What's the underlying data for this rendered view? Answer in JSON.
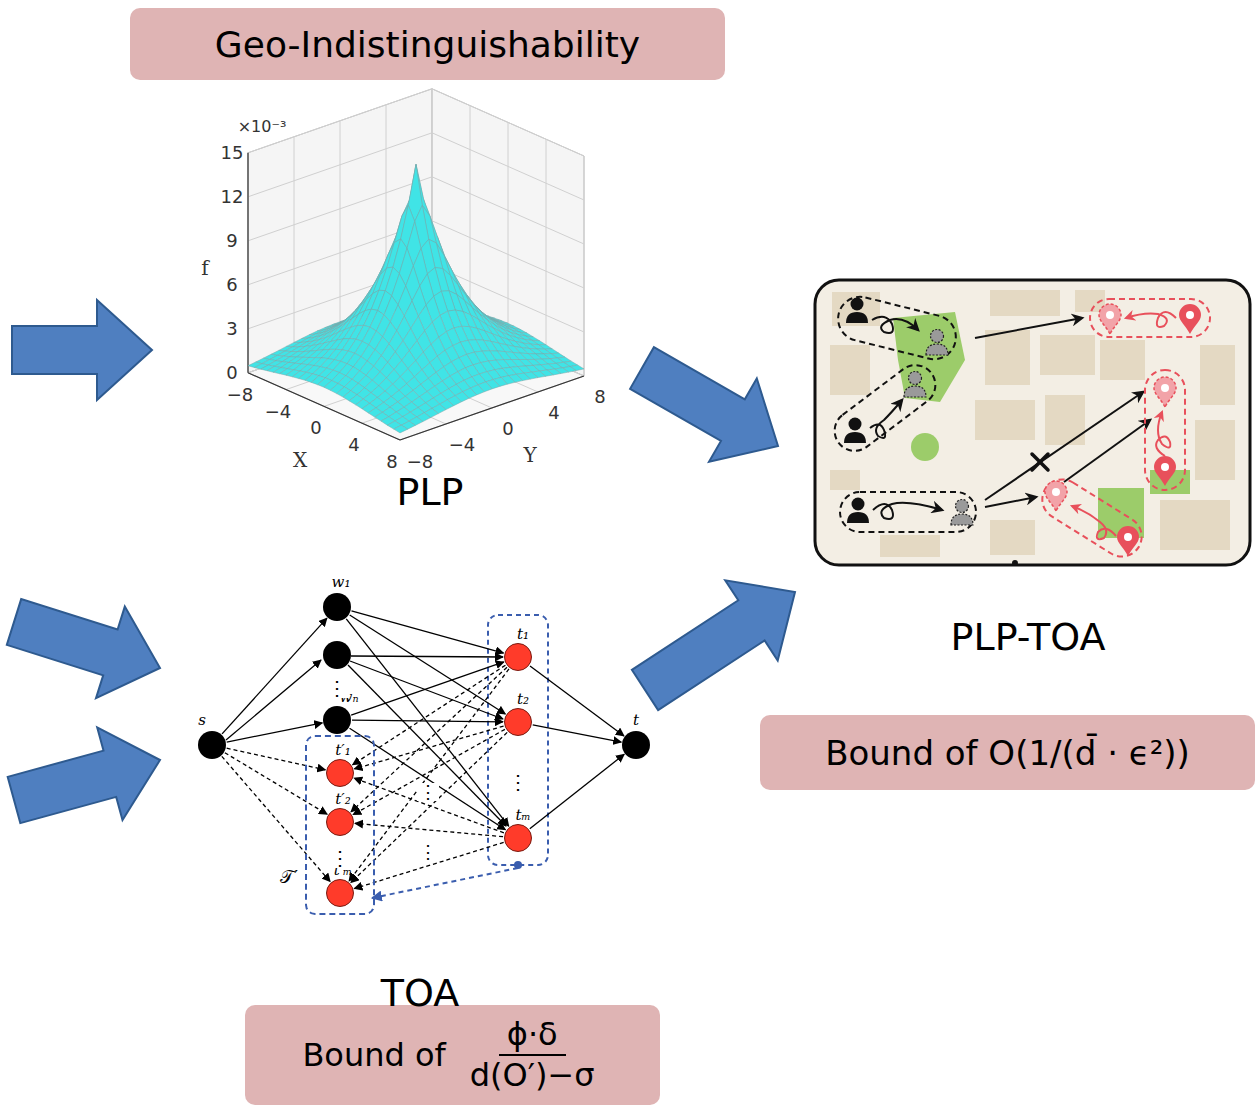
{
  "diagram": {
    "nodes": [
      {
        "text": [
          "Geo-Indistinguishability"
        ]
      },
      {
        "text": [
          "Bound of O(1/(d̄ · ϵ²))"
        ]
      },
      {
        "text": [
          "Bound of",
          "ϕ·δ",
          "d(O′)−σ"
        ]
      },
      {
        "text": [
          "s"
        ]
      },
      {
        "text": [
          "w₁"
        ]
      },
      {
        "text": [
          "wₙ"
        ]
      },
      {
        "text": [
          "𝒯′"
        ]
      },
      {
        "text": [
          "t′₁"
        ],
        "in": 6
      },
      {
        "text": [
          "t′₂"
        ],
        "in": 6
      },
      {
        "text": [
          "t′ₘ"
        ],
        "in": 6
      },
      {
        "text": [
          "t₁"
        ]
      },
      {
        "text": [
          "t₂"
        ]
      },
      {
        "text": [
          "tₘ"
        ]
      },
      {
        "text": [
          "t"
        ]
      }
    ],
    "edges": [
      {
        "from": 3,
        "to": 4,
        "arrow": "to"
      },
      {
        "from": 3,
        "to": 5,
        "arrow": "to"
      },
      {
        "from": 3,
        "to": 7,
        "arrow": "to"
      },
      {
        "from": 3,
        "to": 8,
        "arrow": "to"
      },
      {
        "from": 3,
        "to": 9,
        "arrow": "to"
      },
      {
        "from": 4,
        "to": 10,
        "arrow": "to"
      },
      {
        "from": 4,
        "to": 11,
        "arrow": "to"
      },
      {
        "from": 4,
        "to": 12,
        "arrow": "to"
      },
      {
        "from": 5,
        "to": 10,
        "arrow": "to"
      },
      {
        "from": 5,
        "to": 11,
        "arrow": "to"
      },
      {
        "from": 5,
        "to": 12,
        "arrow": "to"
      },
      {
        "from": 10,
        "to": 7,
        "arrow": "to"
      },
      {
        "from": 10,
        "to": 8,
        "arrow": "to"
      },
      {
        "from": 10,
        "to": 9,
        "arrow": "to"
      },
      {
        "from": 11,
        "to": 7,
        "arrow": "to"
      },
      {
        "from": 11,
        "to": 8,
        "arrow": "to"
      },
      {
        "from": 11,
        "to": 9,
        "arrow": "to"
      },
      {
        "from": 12,
        "to": 7,
        "arrow": "to"
      },
      {
        "from": 12,
        "to": 8,
        "arrow": "to"
      },
      {
        "from": 12,
        "to": 9,
        "arrow": "to"
      },
      {
        "from": 10,
        "to": 13,
        "arrow": "to"
      },
      {
        "from": 11,
        "to": 13,
        "arrow": "to"
      },
      {
        "from": 12,
        "to": 13,
        "arrow": "to"
      }
    ],
    "labels": [
      "15",
      "×10⁻³",
      "12",
      "9",
      "6",
      "3",
      "0",
      "f",
      "−8",
      "−4",
      "0",
      "4",
      "8",
      "X",
      "−8",
      "−4",
      "0",
      "4",
      "8",
      "Y",
      "PLP",
      "TOA",
      "PLP-TOA",
      "⋮",
      "⋮",
      "⋮",
      "⋮",
      "⋮"
    ]
  }
}
